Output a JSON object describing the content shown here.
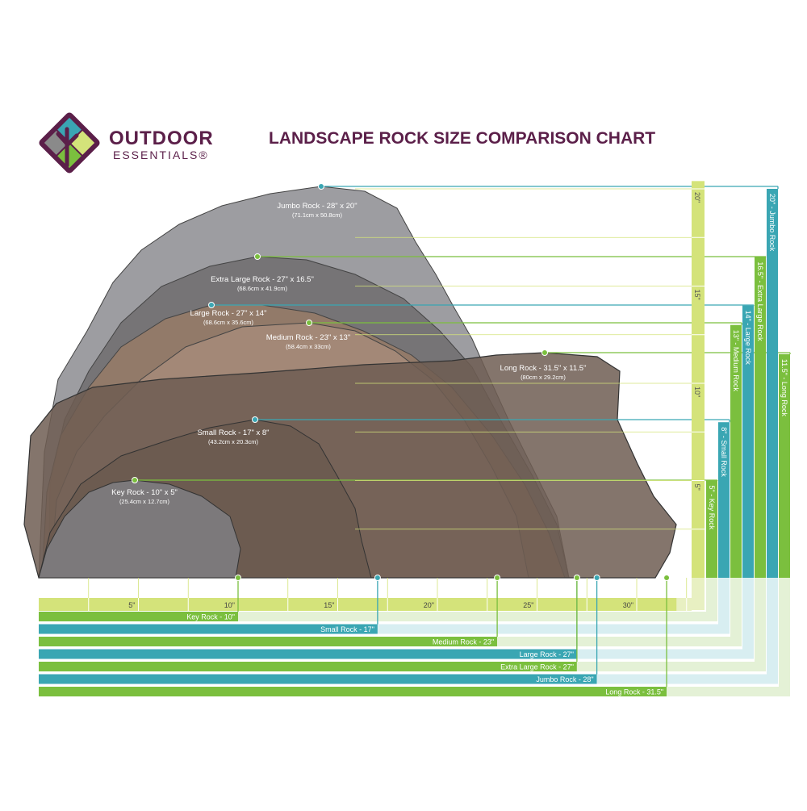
{
  "brand": {
    "name_line1": "OUTDOOR",
    "name_line2": "ESSENTIALS®",
    "colors": {
      "plum": "#5b1f49",
      "teal": "#3aa6b3",
      "lime": "#d4e37a",
      "grey": "#8a8a8a"
    }
  },
  "title": "LANDSCAPE ROCK SIZE COMPARISON CHART",
  "colors": {
    "teal": "#3aa6b3",
    "green": "#7bbf3e",
    "lime": "#d4e37a",
    "lime_light": "#e8f0c2",
    "teal_light": "#d8eef1",
    "green_light": "#e4f1d6",
    "title": "#5b1f49"
  },
  "rocks": [
    {
      "id": "jumbo",
      "label": "Jumbo Rock - 28\" x 20\"",
      "metric": "(71.1cm x 50.8cm)",
      "length_in": 28,
      "height_in": 20,
      "fill": "#8c8c90",
      "line_color": "#3aa6b3",
      "side_label": "20\" - Jumbo Rock",
      "bottom_label": "Jumbo Rock - 28\""
    },
    {
      "id": "xlarge",
      "label": "Extra Large Rock - 27\" x 16.5\"",
      "metric": "(68.6cm x 41.9cm)",
      "length_in": 27,
      "height_in": 16.5,
      "fill": "#6d6a6c",
      "line_color": "#7bbf3e",
      "side_label": "16.5\" - Extra Large Rock",
      "bottom_label": "Extra Large Rock - 27\""
    },
    {
      "id": "large",
      "label": "Large Rock - 27\" x 14\"",
      "metric": "(68.6cm x 35.6cm)",
      "length_in": 27,
      "height_in": 14,
      "fill": "#9a7c66",
      "line_color": "#3aa6b3",
      "side_label": "14\" - Large Rock",
      "bottom_label": "Large Rock - 27\""
    },
    {
      "id": "medium",
      "label": "Medium Rock - 23\" x 13\"",
      "metric": "(58.4cm x 33cm)",
      "length_in": 23,
      "height_in": 13,
      "fill": "#a88e7c",
      "line_color": "#7bbf3e",
      "side_label": "13\" - Medium Rock",
      "bottom_label": "Medium Rock - 23\""
    },
    {
      "id": "long",
      "label": "Long Rock - 31.5\" x 11.5\"",
      "metric": "(80cm x 29.2cm)",
      "length_in": 31.5,
      "height_in": 11.5,
      "fill": "#6e5d52",
      "line_color": "#7bbf3e",
      "side_label": "11.5\" - Long Rock",
      "bottom_label": "Long Rock - 31.5\""
    },
    {
      "id": "small",
      "label": "Small Rock - 17\" x 8\"",
      "metric": "(43.2cm x 20.3cm)",
      "length_in": 17,
      "height_in": 8,
      "fill": "#6b5a4f",
      "line_color": "#3aa6b3",
      "side_label": "8\" - Small Rock",
      "bottom_label": "Small Rock - 17\""
    },
    {
      "id": "key",
      "label": "Key Rock - 10\" x 5\"",
      "metric": "(25.4cm x 12.7cm)",
      "length_in": 10,
      "height_in": 5,
      "fill": "#7d7b7d",
      "line_color": "#7bbf3e",
      "side_label": "5\" - Key Rock",
      "bottom_label": "Key Rock - 10\""
    }
  ],
  "ruler": {
    "horizontal_ticks": [
      "5\"",
      "10\"",
      "15\"",
      "20\"",
      "25\"",
      "30\""
    ],
    "vertical_ticks": [
      "5\"",
      "10\"",
      "15\"",
      "20\""
    ]
  },
  "bottom_bar_order": [
    "key",
    "small",
    "medium",
    "large",
    "xlarge",
    "jumbo",
    "long"
  ],
  "side_bar_order": [
    "key",
    "small",
    "medium",
    "large",
    "xlarge",
    "jumbo",
    "long"
  ]
}
